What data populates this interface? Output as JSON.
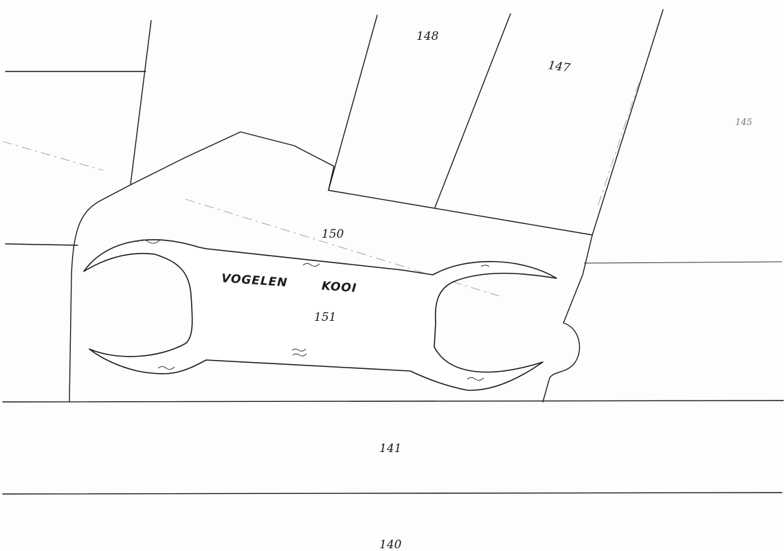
{
  "map": {
    "place_name_1": "VOGELEN",
    "place_name_2": "KOOI",
    "parcels": {
      "p148": "148",
      "p147": "147",
      "p145": "145",
      "p150": "150",
      "p151": "151",
      "p141": "141",
      "p140": "140"
    }
  }
}
